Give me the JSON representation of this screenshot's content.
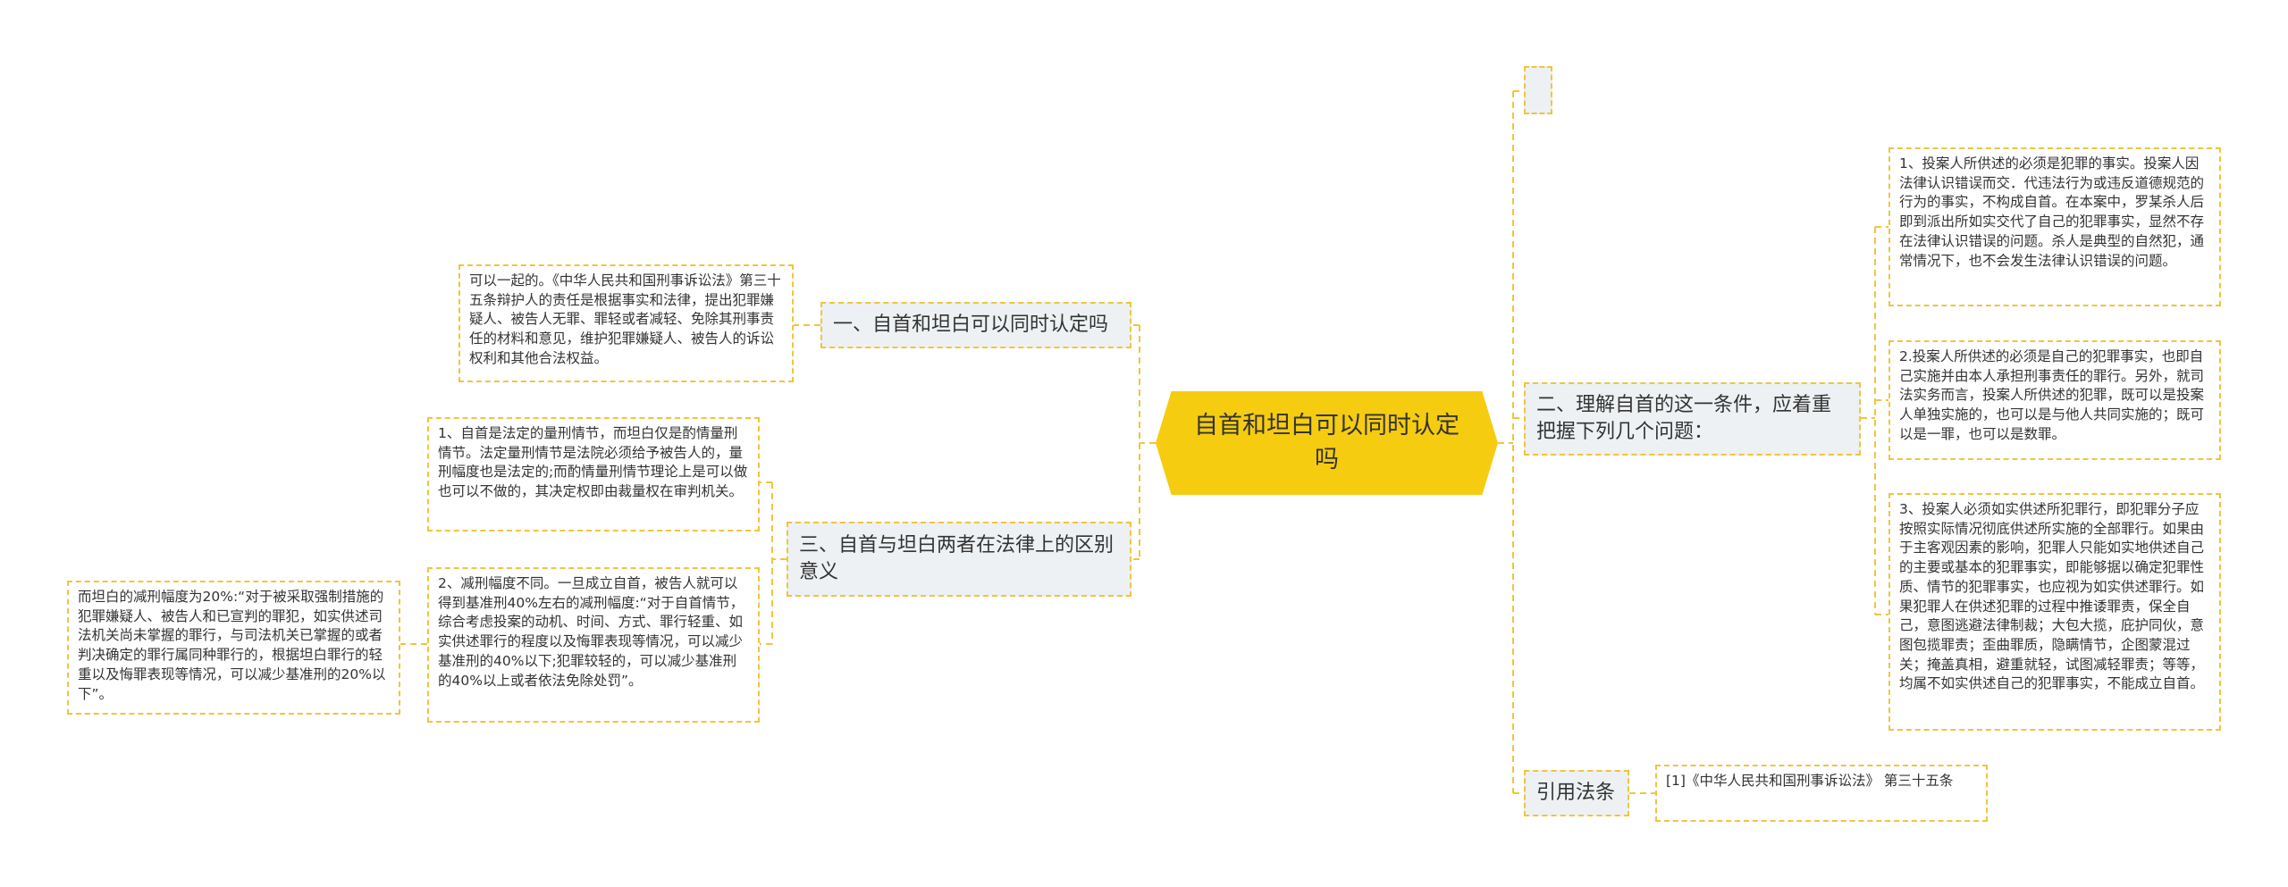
{
  "root": {
    "title": "自首和坦白可以同时认定吗"
  },
  "left": {
    "b1": {
      "label": "一、自首和坦白可以同时认定吗",
      "leaf": "可以一起的。《中华人民共和国刑事诉讼法》第三十五条辩护人的责任是根据事实和法律，提出犯罪嫌疑人、被告人无罪、罪轻或者减轻、免除其刑事责任的材料和意见，维护犯罪嫌疑人、被告人的诉讼权利和其他合法权益。"
    },
    "b3": {
      "label": "三、自首与坦白两者在法律上的区别意义",
      "leaf1": "1、自首是法定的量刑情节，而坦白仅是酌情量刑情节。法定量刑情节是法院必须给予被告人的，量刑幅度也是法定的;而酌情量刑情节理论上是可以做也可以不做的，其决定权即由裁量权在审判机关。",
      "leaf2": "2、减刑幅度不同。一旦成立自首，被告人就可以得到基准刑40%左右的减刑幅度:“对于自首情节，综合考虑投案的动机、时间、方式、罪行轻重、如实供述罪行的程度以及悔罪表现等情况，可以减少基准刑的40%以下;犯罪较轻的，可以减少基准刑的40%以上或者依法免除处罚”。",
      "leaf2_child": "而坦白的减刑幅度为20%:“对于被采取强制措施的犯罪嫌疑人、被告人和已宣判的罪犯，如实供述司法机关尚未掌握的罪行，与司法机关已掌握的或者判决确定的罪行属同种罪行的，根据坦白罪行的轻重以及悔罪表现等情况，可以减少基准刑的20%以下”。"
    }
  },
  "right": {
    "empty_label": "",
    "b2": {
      "label": "二、理解自首的这一条件，应着重把握下列几个问题：",
      "leaf1": "1、投案人所供述的必须是犯罪的事实。投案人因法律认识错误而交．代违法行为或违反道德规范的行为的事实，不构成自首。在本案中，罗某杀人后即到派出所如实交代了自己的犯罪事实，显然不存在法律认识错误的问题。杀人是典型的自然犯，通常情况下，也不会发生法律认识错误的问题。",
      "leaf2": "2.投案人所供述的必须是自己的犯罪事实，也即自己实施并由本人承担刑事责任的罪行。另外，就司法实务而言，投案人所供述的犯罪，既可以是投案人单独实施的，也可以是与他人共同实施的；既可以是一罪，也可以是数罪。",
      "leaf3": "3、投案人必须如实供述所犯罪行，即犯罪分子应按照实际情况彻底供述所实施的全部罪行。如果由于主客观因素的影响，犯罪人只能如实地供述自己的主要或基本的犯罪事实，即能够据以确定犯罪性质、情节的犯罪事实，也应视为如实供述罪行。如果犯罪人在供述犯罪的过程中推诿罪责，保全自己，意图逃避法律制裁；大包大揽，庇护同伙，意图包揽罪责；歪曲罪质，隐瞒情节，企图蒙混过关；掩盖真相，避重就轻，试图减轻罪责；等等，均属不如实供述自己的犯罪事实，不能成立自首。"
    },
    "b4": {
      "label": "引用法条",
      "leaf": "[1]《中华人民共和国刑事诉讼法》 第三十五条"
    }
  },
  "colors": {
    "root_fill": "#f5cc0f",
    "branch_fill": "#eef1f3",
    "connector": "#f0c53c",
    "text": "#333333"
  }
}
